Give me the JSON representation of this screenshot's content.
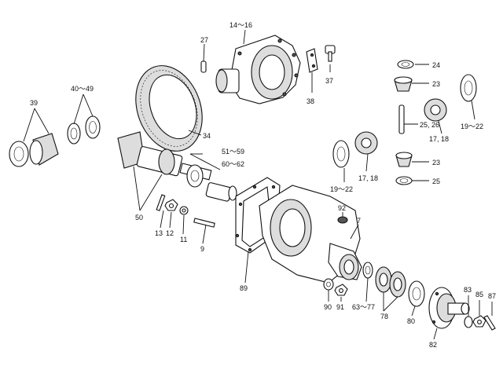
{
  "callouts": {
    "c14_16": "14～16",
    "c27": "27",
    "c37": "37",
    "c38": "38",
    "c24": "24",
    "c23a": "23",
    "c19_22a": "19～22",
    "c25_26": "25, 26",
    "c17_18a": "17, 18",
    "c39": "39",
    "c40_49": "40～49",
    "c34": "34",
    "c51_59": "51～59",
    "c60_62": "60～62",
    "c17_18b": "17, 18",
    "c19_22b": "19～22",
    "c23b": "23",
    "c25": "25",
    "c50": "50",
    "c13": "13",
    "c12": "12",
    "c11": "11",
    "c9": "9",
    "c92": "92",
    "c7": "7",
    "c89": "89",
    "c63_77": "63～77",
    "c90": "90",
    "c91": "91",
    "c78": "78",
    "c80": "80",
    "c82": "82",
    "c83": "83",
    "c85": "85",
    "c87": "87"
  }
}
